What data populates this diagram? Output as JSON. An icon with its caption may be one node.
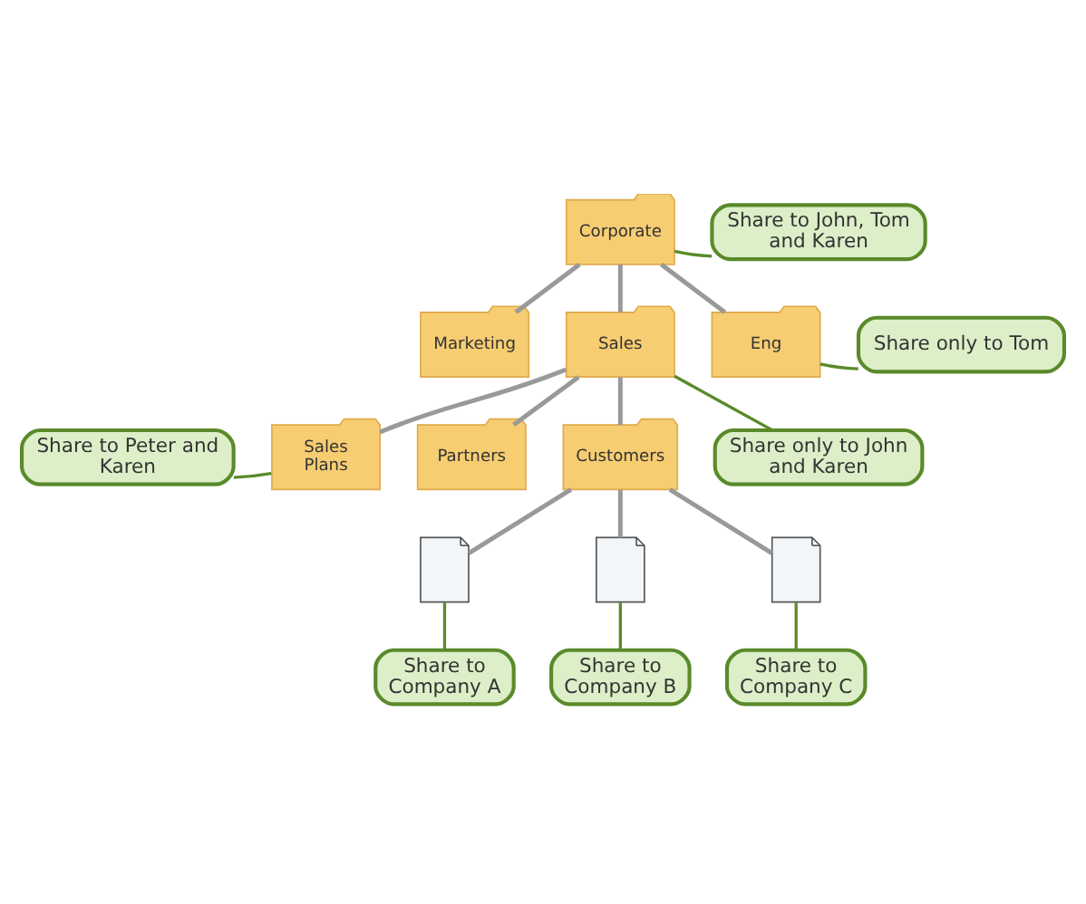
{
  "diagram": {
    "nodes": [
      {
        "text": [
          "Corporate"
        ]
      },
      {
        "text": [
          "Marketing"
        ]
      },
      {
        "text": [
          "Sales"
        ]
      },
      {
        "text": [
          "Eng"
        ]
      },
      {
        "text": [
          "Sales Plans"
        ]
      },
      {
        "text": [
          "Partners"
        ]
      },
      {
        "text": [
          "Customers"
        ]
      },
      {
        "text": [],
        "shape": "document"
      },
      {
        "text": [],
        "shape": "document"
      },
      {
        "text": [],
        "shape": "document"
      },
      {
        "text": [
          "Share to John, Tom and Karen"
        ]
      },
      {
        "text": [
          "Share only to Tom"
        ]
      },
      {
        "text": [
          "Share only to John and Karen"
        ]
      },
      {
        "text": [
          "Share to Peter and Karen"
        ]
      },
      {
        "text": [
          "Share to Company A"
        ]
      },
      {
        "text": [
          "Share to Company B"
        ]
      },
      {
        "text": [
          "Share to Company C"
        ]
      }
    ],
    "edges": [
      {
        "from": 0,
        "to": 1,
        "arrow": "none"
      },
      {
        "from": 0,
        "to": 2,
        "arrow": "none"
      },
      {
        "from": 0,
        "to": 3,
        "arrow": "none"
      },
      {
        "from": 2,
        "to": 4,
        "arrow": "none"
      },
      {
        "from": 2,
        "to": 5,
        "arrow": "none"
      },
      {
        "from": 2,
        "to": 6,
        "arrow": "none"
      },
      {
        "from": 6,
        "to": 7,
        "arrow": "none"
      },
      {
        "from": 6,
        "to": 8,
        "arrow": "none"
      },
      {
        "from": 6,
        "to": 9,
        "arrow": "none"
      },
      {
        "from": 10,
        "to": 0,
        "arrow": "none",
        "color": "#5a8a2a"
      },
      {
        "from": 11,
        "to": 3,
        "arrow": "none",
        "color": "#5a8a2a"
      },
      {
        "from": 12,
        "to": 2,
        "arrow": "none",
        "color": "#5a8a2a"
      },
      {
        "from": 13,
        "to": 4,
        "arrow": "none",
        "color": "#5a8a2a"
      },
      {
        "from": 14,
        "to": 7,
        "arrow": "none",
        "color": "#5a8a2a"
      },
      {
        "from": 15,
        "to": 8,
        "arrow": "none",
        "color": "#5a8a2a"
      },
      {
        "from": 16,
        "to": 9,
        "arrow": "none",
        "color": "#5a8a2a"
      }
    ]
  }
}
